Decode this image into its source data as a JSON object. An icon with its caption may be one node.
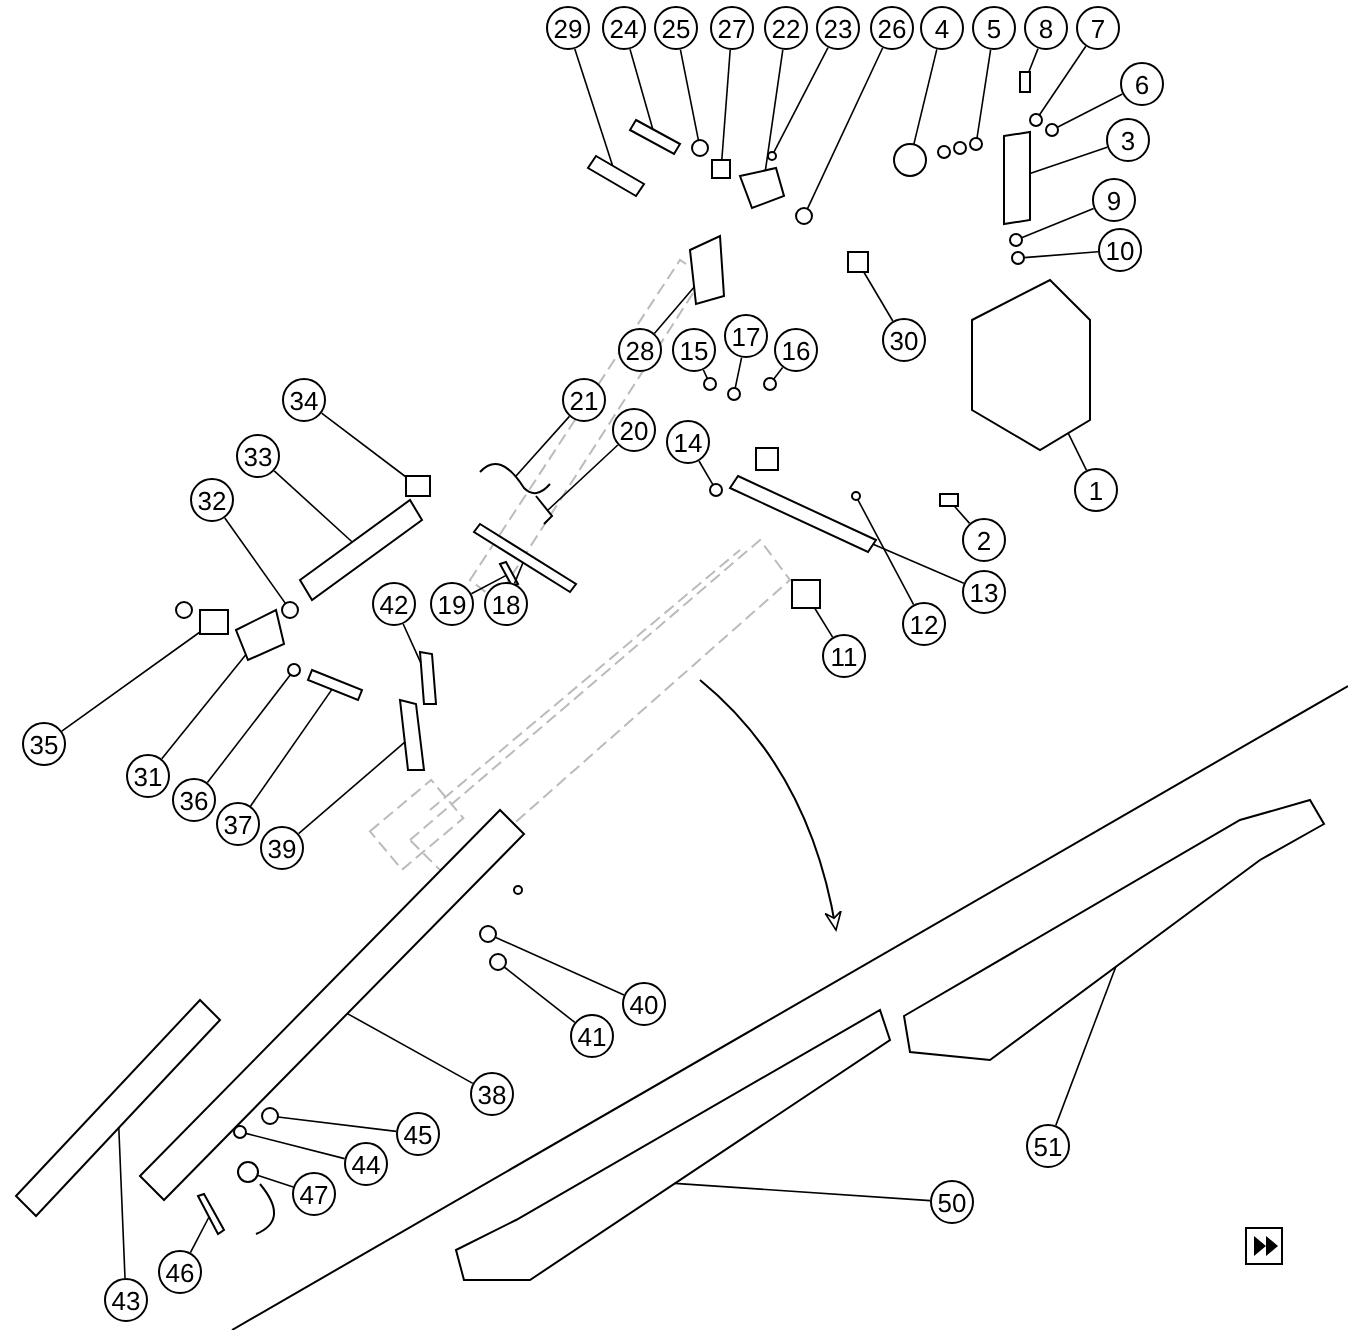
{
  "diagram": {
    "nodes": [
      {
        "text": [
          "29"
        ]
      },
      {
        "text": [
          "24"
        ]
      },
      {
        "text": [
          "25"
        ]
      },
      {
        "text": [
          "27"
        ]
      },
      {
        "text": [
          "22"
        ]
      },
      {
        "text": [
          "23"
        ]
      },
      {
        "text": [
          "26"
        ]
      },
      {
        "text": [
          "4"
        ]
      },
      {
        "text": [
          "5"
        ]
      },
      {
        "text": [
          "8"
        ]
      },
      {
        "text": [
          "7"
        ]
      },
      {
        "text": [
          "6"
        ]
      },
      {
        "text": [
          "3"
        ]
      },
      {
        "text": [
          "9"
        ]
      },
      {
        "text": [
          "10"
        ]
      },
      {
        "text": [
          "28"
        ]
      },
      {
        "text": [
          "15"
        ]
      },
      {
        "text": [
          "17"
        ]
      },
      {
        "text": [
          "16"
        ]
      },
      {
        "text": [
          "30"
        ]
      },
      {
        "text": [
          "34"
        ]
      },
      {
        "text": [
          "21"
        ]
      },
      {
        "text": [
          "20"
        ]
      },
      {
        "text": [
          "14"
        ]
      },
      {
        "text": [
          "33"
        ]
      },
      {
        "text": [
          "32"
        ]
      },
      {
        "text": [
          "1"
        ]
      },
      {
        "text": [
          "2"
        ]
      },
      {
        "text": [
          "13"
        ]
      },
      {
        "text": [
          "42"
        ]
      },
      {
        "text": [
          "19"
        ]
      },
      {
        "text": [
          "18"
        ]
      },
      {
        "text": [
          "12"
        ]
      },
      {
        "text": [
          "11"
        ]
      },
      {
        "text": [
          "35"
        ]
      },
      {
        "text": [
          "31"
        ]
      },
      {
        "text": [
          "36"
        ]
      },
      {
        "text": [
          "37"
        ]
      },
      {
        "text": [
          "39"
        ]
      },
      {
        "text": [
          "40"
        ]
      },
      {
        "text": [
          "41"
        ]
      },
      {
        "text": [
          "38"
        ]
      },
      {
        "text": [
          "45"
        ]
      },
      {
        "text": [
          "44"
        ]
      },
      {
        "text": [
          "47"
        ]
      },
      {
        "text": [
          "51"
        ]
      },
      {
        "text": [
          "50"
        ]
      },
      {
        "text": [
          "46"
        ]
      },
      {
        "text": [
          "43"
        ]
      },
      {
        "text": [],
        "shape": "bar"
      },
      {
        "text": [],
        "shape": "bar"
      },
      {
        "text": [],
        "shape": "circle"
      },
      {
        "text": [],
        "shape": "box"
      },
      {
        "text": [],
        "shape": "picture"
      },
      {
        "text": [],
        "shape": "circle"
      },
      {
        "text": [],
        "shape": "circle"
      },
      {
        "text": [],
        "shape": "circle"
      },
      {
        "text": [],
        "shape": "circle"
      },
      {
        "text": [],
        "shape": "bar"
      },
      {
        "text": [],
        "shape": "circle"
      },
      {
        "text": [],
        "shape": "circle"
      },
      {
        "text": [],
        "shape": "bar"
      },
      {
        "text": [],
        "shape": "circle"
      },
      {
        "text": [],
        "shape": "circle"
      },
      {
        "text": [],
        "shape": "picture"
      },
      {
        "text": [],
        "shape": "circle"
      },
      {
        "text": [],
        "shape": "circle"
      },
      {
        "text": [],
        "shape": "circle"
      },
      {
        "text": [],
        "shape": "box"
      },
      {
        "text": [],
        "shape": "box"
      },
      {
        "text": [],
        "shape": "picture"
      },
      {
        "text": [],
        "shape": "picture"
      },
      {
        "text": [],
        "shape": "circle"
      },
      {
        "text": [],
        "shape": "picture"
      },
      {
        "text": [],
        "shape": "circle"
      },
      {
        "text": [],
        "shape": "picture"
      },
      {
        "text": [],
        "shape": "box"
      },
      {
        "text": [],
        "shape": "bar"
      },
      {
        "text": [],
        "shape": "bar"
      },
      {
        "text": [],
        "shape": "bar"
      },
      {
        "text": [],
        "shape": "bar"
      },
      {
        "text": [],
        "shape": "circle"
      },
      {
        "text": [],
        "shape": "box"
      },
      {
        "text": [],
        "shape": "box"
      },
      {
        "text": [],
        "shape": "picture"
      },
      {
        "text": [],
        "shape": "circle"
      },
      {
        "text": [],
        "shape": "bar"
      },
      {
        "text": [],
        "shape": "bar"
      },
      {
        "text": [],
        "shape": "circle"
      },
      {
        "text": [],
        "shape": "circle"
      },
      {
        "text": [],
        "shape": "bar"
      },
      {
        "text": [],
        "shape": "circle"
      },
      {
        "text": [],
        "shape": "circle"
      },
      {
        "text": [],
        "shape": "circle"
      },
      {
        "text": [],
        "shape": "picture"
      },
      {
        "text": [],
        "shape": "picture"
      },
      {
        "text": [],
        "shape": "bar"
      },
      {
        "text": [],
        "shape": "bar"
      }
    ],
    "edges": [
      {
        "from": 0,
        "to": 49,
        "arrow": "none"
      },
      {
        "from": 1,
        "to": 50,
        "arrow": "none"
      },
      {
        "from": 2,
        "to": 51,
        "arrow": "none"
      },
      {
        "from": 3,
        "to": 52,
        "arrow": "none"
      },
      {
        "from": 4,
        "to": 53,
        "arrow": "none"
      },
      {
        "from": 5,
        "to": 54,
        "arrow": "none"
      },
      {
        "from": 6,
        "to": 55,
        "arrow": "none"
      },
      {
        "from": 7,
        "to": 56,
        "arrow": "none"
      },
      {
        "from": 8,
        "to": 57,
        "arrow": "none"
      },
      {
        "from": 9,
        "to": 58,
        "arrow": "none"
      },
      {
        "from": 10,
        "to": 59,
        "arrow": "none"
      },
      {
        "from": 11,
        "to": 60,
        "arrow": "none"
      },
      {
        "from": 12,
        "to": 61,
        "arrow": "none"
      },
      {
        "from": 13,
        "to": 62,
        "arrow": "none"
      },
      {
        "from": 14,
        "to": 63,
        "arrow": "none"
      },
      {
        "from": 15,
        "to": 64,
        "arrow": "none"
      },
      {
        "from": 16,
        "to": 65,
        "arrow": "none"
      },
      {
        "from": 17,
        "to": 66,
        "arrow": "none"
      },
      {
        "from": 18,
        "to": 67,
        "arrow": "none"
      },
      {
        "from": 19,
        "to": 68,
        "arrow": "none"
      },
      {
        "from": 20,
        "to": 69,
        "arrow": "none"
      },
      {
        "from": 21,
        "to": 70,
        "arrow": "none"
      },
      {
        "from": 22,
        "to": 71,
        "arrow": "none"
      },
      {
        "from": 23,
        "to": 72,
        "arrow": "none"
      },
      {
        "from": 24,
        "to": 73,
        "arrow": "none"
      },
      {
        "from": 25,
        "to": 74,
        "arrow": "none"
      },
      {
        "from": 26,
        "to": 75,
        "arrow": "none"
      },
      {
        "from": 27,
        "to": 76,
        "arrow": "none"
      },
      {
        "from": 28,
        "to": 77,
        "arrow": "none"
      },
      {
        "from": 29,
        "to": 78,
        "arrow": "none"
      },
      {
        "from": 30,
        "to": 79,
        "arrow": "none"
      },
      {
        "from": 31,
        "to": 80,
        "arrow": "none"
      },
      {
        "from": 32,
        "to": 81,
        "arrow": "none"
      },
      {
        "from": 33,
        "to": 82,
        "arrow": "none"
      },
      {
        "from": 34,
        "to": 83,
        "arrow": "none"
      },
      {
        "from": 35,
        "to": 84,
        "arrow": "none"
      },
      {
        "from": 36,
        "to": 85,
        "arrow": "none"
      },
      {
        "from": 37,
        "to": 86,
        "arrow": "none"
      },
      {
        "from": 38,
        "to": 87,
        "arrow": "none"
      },
      {
        "from": 39,
        "to": 88,
        "arrow": "none"
      },
      {
        "from": 40,
        "to": 89,
        "arrow": "none"
      },
      {
        "from": 41,
        "to": 90,
        "arrow": "none"
      },
      {
        "from": 42,
        "to": 91,
        "arrow": "none"
      },
      {
        "from": 43,
        "to": 92,
        "arrow": "none"
      },
      {
        "from": 44,
        "to": 93,
        "arrow": "none"
      },
      {
        "from": 45,
        "to": 94,
        "arrow": "none"
      },
      {
        "from": 46,
        "to": 95,
        "arrow": "none"
      },
      {
        "from": 47,
        "to": 96,
        "arrow": "none"
      },
      {
        "from": 48,
        "to": 97,
        "arrow": "none"
      }
    ]
  }
}
